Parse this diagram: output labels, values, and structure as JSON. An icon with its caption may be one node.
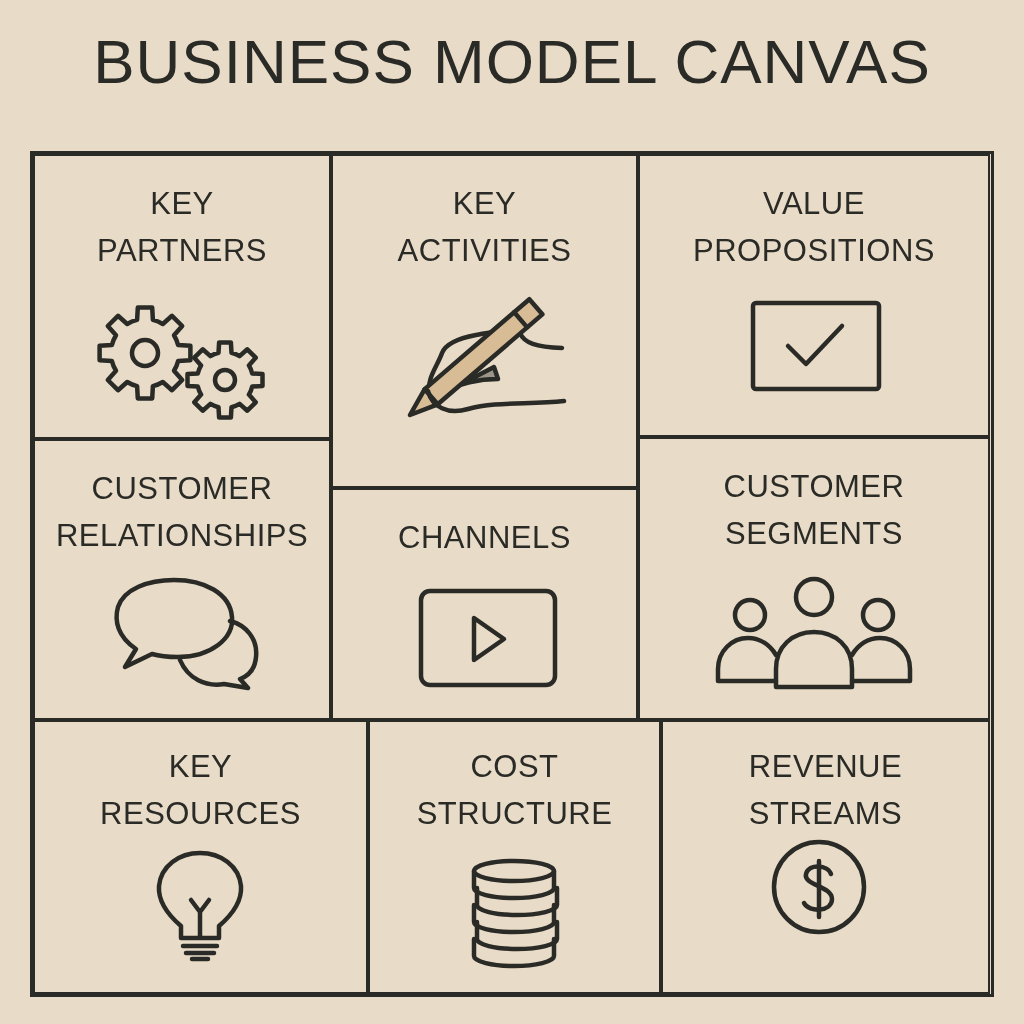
{
  "diagram": {
    "title": "BUSINESS MODEL CANVAS",
    "nodes": [
      {
        "text": [
          "KEY PARTNERS"
        ]
      },
      {
        "text": [
          "KEY ACTIVITIES"
        ]
      },
      {
        "text": [
          "VALUE PROPOSITIONS"
        ]
      },
      {
        "text": [
          "CUSTOMER RELATIONSHIPS"
        ]
      },
      {
        "text": [
          "CHANNELS"
        ]
      },
      {
        "text": [
          "CUSTOMER SEGMENTS"
        ]
      },
      {
        "text": [
          "KEY RESOURCES"
        ]
      },
      {
        "text": [
          "COST STRUCTURE"
        ]
      },
      {
        "text": [
          "REVENUE STREAMS"
        ]
      }
    ]
  }
}
